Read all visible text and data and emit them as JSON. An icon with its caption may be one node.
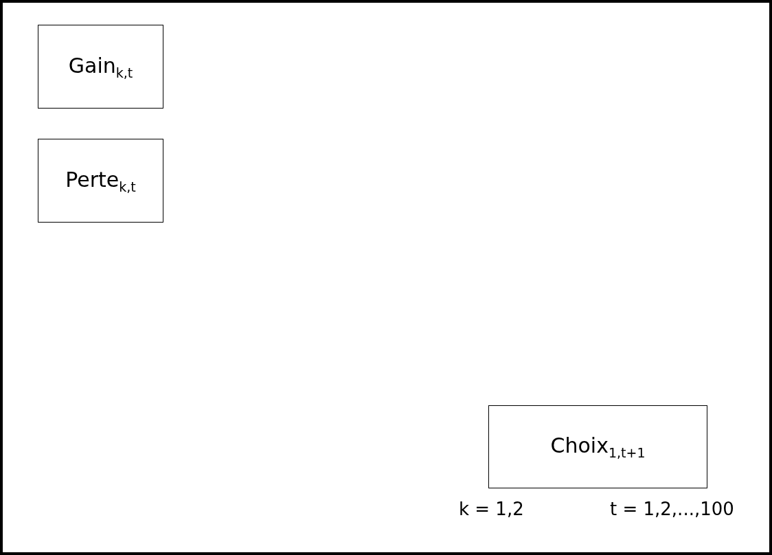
{
  "diagram": {
    "nodes": [
      {
        "text": [
          "Gain$_{k,t}$"
        ]
      },
      {
        "text": [
          "Perte$_{k,t}$"
        ]
      },
      {
        "text": [
          "Choix$_{1,t+1}$"
        ]
      }
    ],
    "labels": [
      "k = 1,2",
      "t = 1,2,...,100"
    ]
  }
}
